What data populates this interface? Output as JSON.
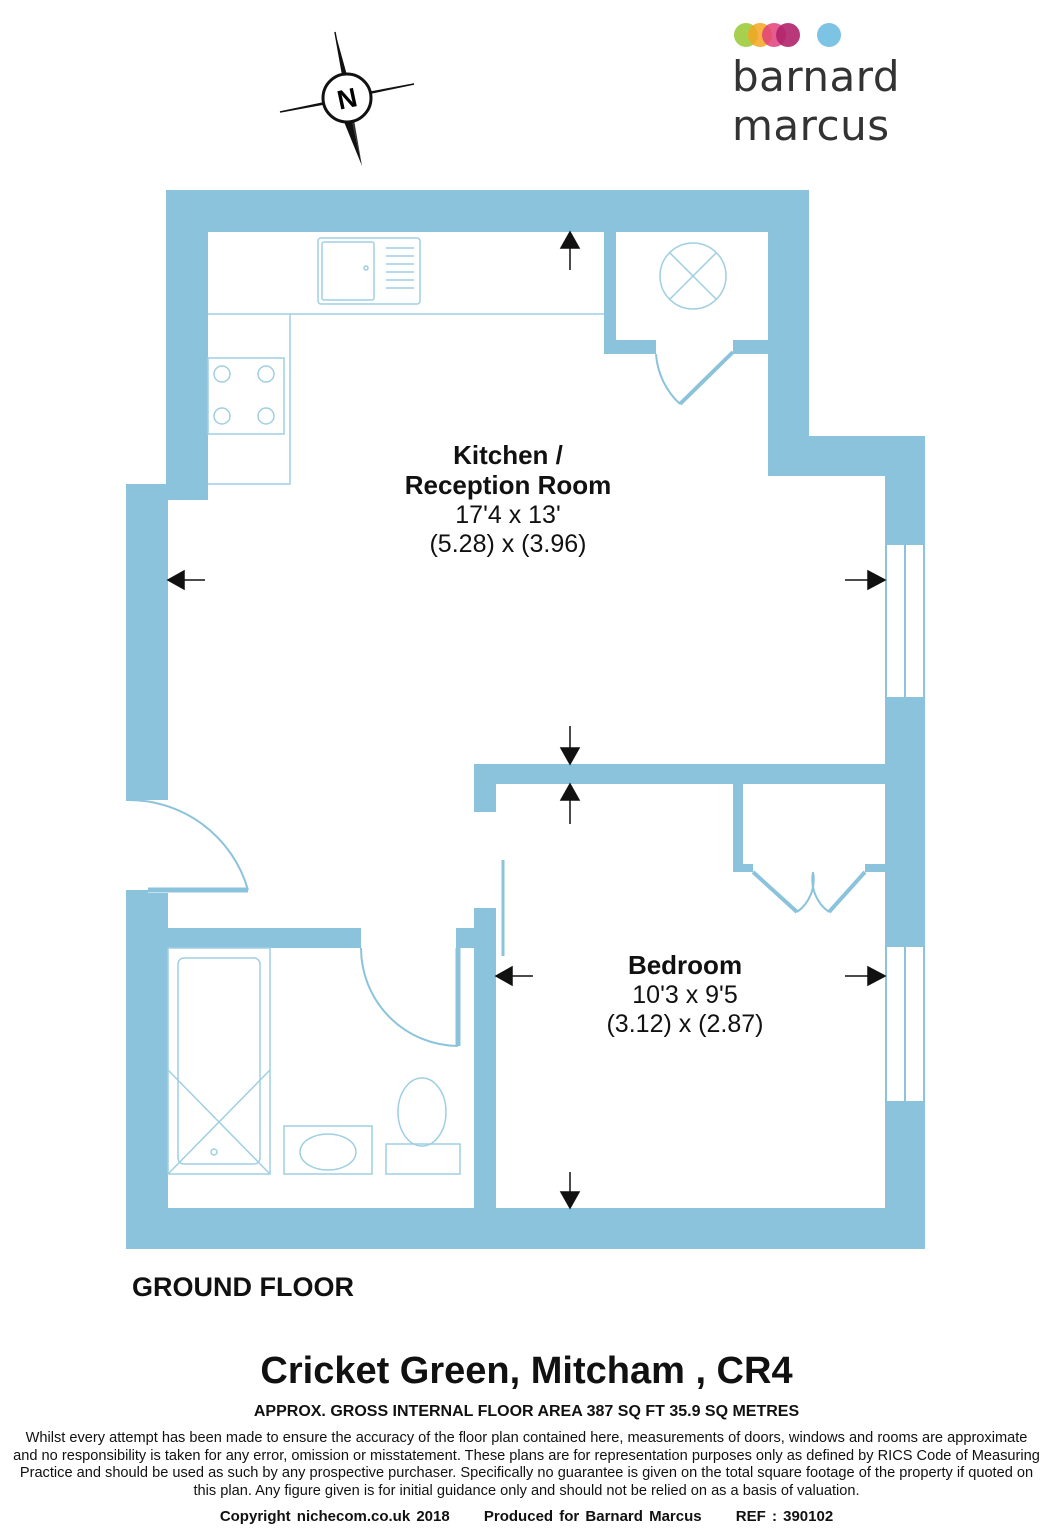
{
  "brand": {
    "name": "barnard marcus",
    "dot_colors": [
      "#9ccb3b",
      "#f5a623",
      "#e0407a",
      "#b0226b",
      "#7dc4e4"
    ]
  },
  "compass": {
    "letter": "N"
  },
  "rooms": [
    {
      "name": "Kitchen /",
      "name_line2": "Reception Room",
      "dim_imperial": "17'4 x 13'",
      "dim_metric": "(5.28) x (3.96)"
    },
    {
      "name": "Bedroom",
      "dim_imperial": "10'3 x 9'5",
      "dim_metric": "(3.12) x (2.87)"
    }
  ],
  "floor_label": "GROUND FLOOR",
  "address": "Cricket Green, Mitcham , CR4",
  "area": "APPROX. GROSS INTERNAL FLOOR AREA 387 SQ FT 35.9 SQ METRES",
  "disclaimer": "Whilst every attempt has been made to ensure the accuracy of the floor plan contained here, measurements of doors, windows and rooms are approximate and no responsibility is taken for any error, omission or misstatement. These plans are for representation purposes only as defined by RICS Code of Measuring Practice and should be used as such by any prospective purchaser.  Specifically no guarantee is given on the total square footage of the property if quoted on this plan. Any figure given is for initial guidance only and should not be relied on as a basis of valuation.",
  "footer": {
    "copyright": "Copyright nichecom.co.uk 2018",
    "produced": "Produced for Barnard Marcus",
    "ref": "REF : 390102"
  },
  "colors": {
    "wall": "#8cc3dc",
    "fixture": "#9fcfe3",
    "ink": "#111111"
  }
}
